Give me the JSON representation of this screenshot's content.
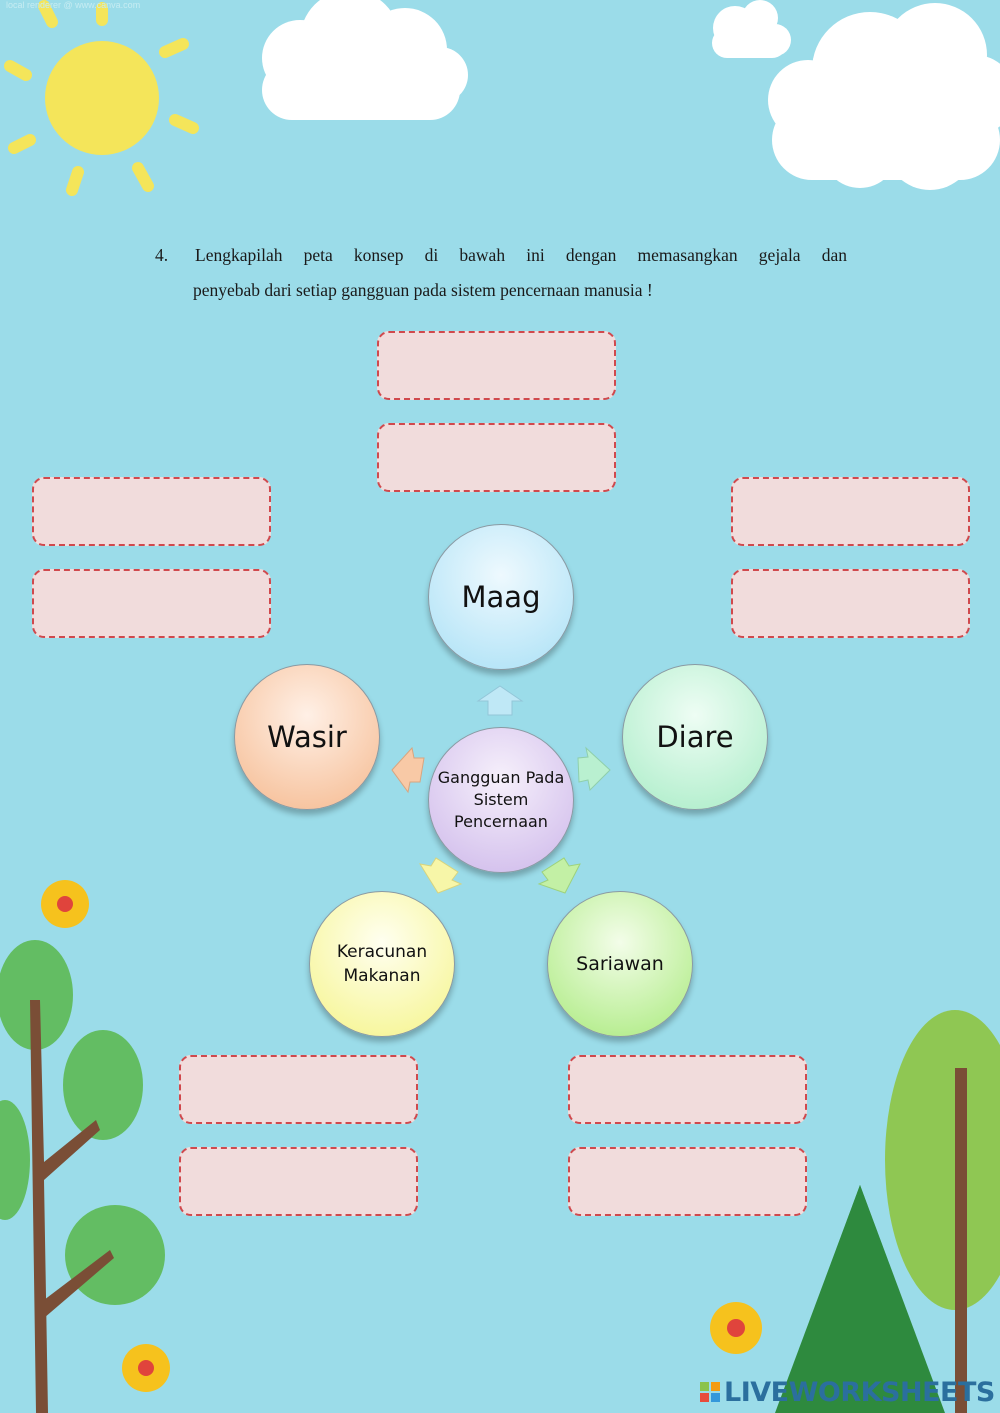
{
  "watermark": "local renderer @ www.canva.com",
  "question": {
    "number": "4.",
    "line1": "Lengkapilah peta konsep di bawah ini dengan memasangkan gejala dan",
    "line2": "penyebab dari setiap gangguan pada sistem pencernaan manusia !"
  },
  "concept_map": {
    "center": "Gangguan Pada Sistem Pencernaan",
    "nodes": {
      "maag": "Maag",
      "diare": "Diare",
      "wasir": "Wasir",
      "keracunan": "Keracunan Makanan",
      "sariawan": "Sariawan"
    }
  },
  "answer_boxes": {
    "maag": [
      "",
      ""
    ],
    "wasir": [
      "",
      ""
    ],
    "diare": [
      "",
      ""
    ],
    "keracunan": [
      "",
      ""
    ],
    "sariawan": [
      "",
      ""
    ]
  },
  "logo": "LIVEWORKSHEETS",
  "colors": {
    "background": "#9bdce9",
    "box_fill": "#f1dcdc",
    "box_border": "#d0494d"
  }
}
